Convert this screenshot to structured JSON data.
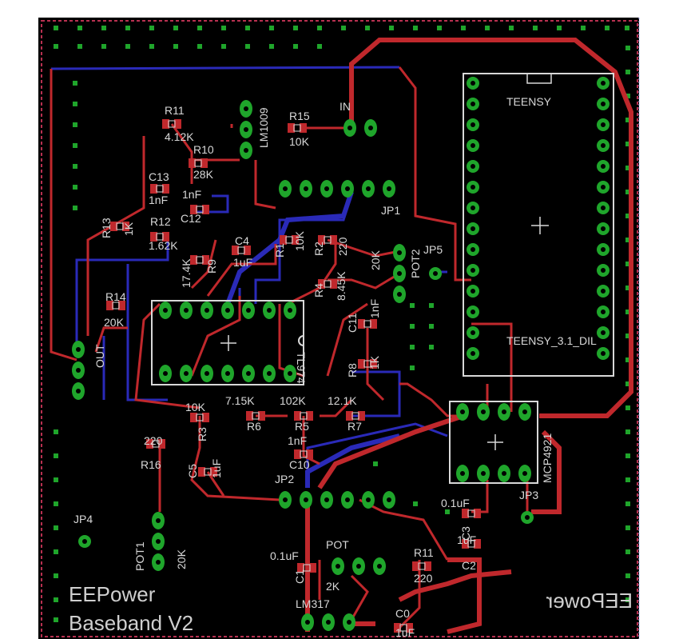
{
  "board": {
    "title_line1": "EEPower",
    "title_line2": "Baseband V2",
    "mirrored_logo": "EEPower"
  },
  "colors": {
    "background": "#000000",
    "top_copper": "#c0282c",
    "bottom_copper": "#2a2ab8",
    "pad": "#1fa52b",
    "silk": "#d8d8d8",
    "outline": "#b83050"
  },
  "components": {
    "teensy_name": "TEENSY",
    "teensy_value": "TEENSY_3.1_DIL",
    "r11_name": "R11",
    "r11_value": "4.12K",
    "r10_name": "R10",
    "r10_value": "28K",
    "r15_name": "R15",
    "r15_value": "10K",
    "lm1009": "LM1009",
    "in_label": "IN",
    "c13_name": "C13",
    "c13_value": "1nF",
    "c12_name": "C12",
    "c12_value": "1nF",
    "r13_name": "R13",
    "r13_value": "1K",
    "r12_name": "R12",
    "r12_value": "1.62K",
    "r9_name": "R9",
    "r9_value": "17.4K",
    "c4_name": "C4",
    "c4_value": "1uF",
    "r1_name": "R1",
    "r1_value": "10K",
    "r2_name": "R2",
    "r2_value": "220",
    "r4_name": "R4",
    "r4_value": "8.45K",
    "pot2_name": "POT2",
    "pot2_value": "20K",
    "jp1": "JP1",
    "jp2": "JP2",
    "jp3": "JP3",
    "jp4": "JP4",
    "jp5": "JP5",
    "r14_name": "R14",
    "r14_value": "20K",
    "out": "OUT",
    "tl974": "TL974",
    "c11_name": "C11",
    "c11_value": "1nF",
    "r8_name": "R8",
    "r8_value": "1K",
    "r3_name": "R3",
    "r3_value": "10K",
    "r6_name": "R6",
    "r6_value": "7.15K",
    "r5_name": "R5",
    "r5_value": "102K",
    "r7_name": "R7",
    "r7_value": "12.1K",
    "c10_name": "C10",
    "c10_value": "1nF",
    "r16_name": "R16",
    "r16_value": "220",
    "c5_name": "C5",
    "c5_value": "1uF",
    "mcp4921": "MCP4921",
    "c3_name": "C3",
    "c3_value": "0.1uF",
    "c2_name": "C2",
    "c2_value": "1uF",
    "pot1_name": "POT1",
    "pot1_value": "20K",
    "pot_name": "POT",
    "pot_value": "2K",
    "c1_name": "C1",
    "c1_value": "0.1uF",
    "lm317": "LM317",
    "r11b_name": "R11",
    "r11b_value": "220",
    "c0_name": "C0",
    "c0_value": "1uF"
  }
}
